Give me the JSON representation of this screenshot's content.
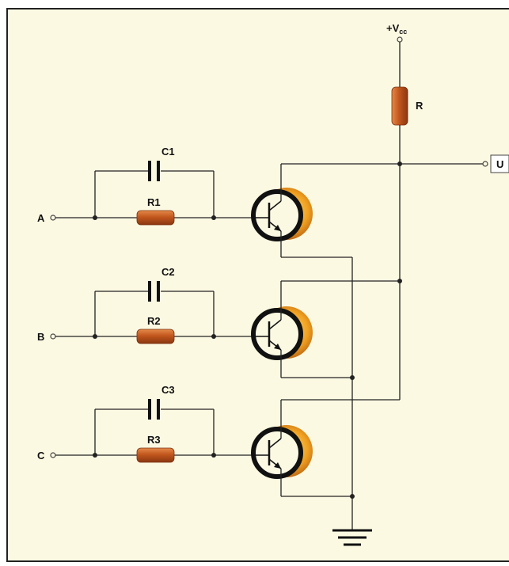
{
  "diagram": {
    "supply_label": "+V",
    "supply_sub": "cc",
    "output_label": "U",
    "r_label": "R",
    "stages": [
      {
        "input": "A",
        "cap": "C1",
        "res": "R1"
      },
      {
        "input": "B",
        "cap": "C2",
        "res": "R2"
      },
      {
        "input": "C",
        "cap": "C3",
        "res": "R3"
      }
    ]
  },
  "colors": {
    "background": "#fcf9e2",
    "wire": "#222222",
    "resistor": "#c2571e",
    "transistor_ring": "#f0a020"
  }
}
